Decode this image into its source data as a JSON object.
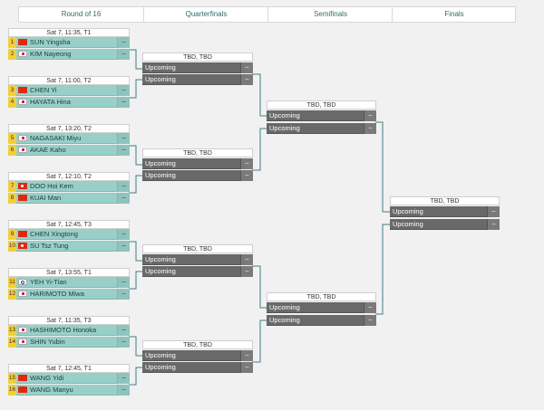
{
  "columns": [
    "Round of 16",
    "Quarterfinals",
    "Semifinals",
    "Finals"
  ],
  "round_of_16": [
    {
      "title": "Sat 7, 11:35, T1",
      "players": [
        {
          "seed": "1",
          "flag": "china",
          "name": "SUN Yingsha",
          "score": "–"
        },
        {
          "seed": "2",
          "flag": "korea",
          "name": "KIM Nayeong",
          "score": "–"
        }
      ]
    },
    {
      "title": "Sat 7, 11:00, T2",
      "players": [
        {
          "seed": "3",
          "flag": "china",
          "name": "CHEN Yi",
          "score": "–"
        },
        {
          "seed": "4",
          "flag": "japan",
          "name": "HAYATA Hina",
          "score": "–"
        }
      ]
    },
    {
      "title": "Sat 7, 13:20, T2",
      "players": [
        {
          "seed": "5",
          "flag": "japan",
          "name": "NAGASAKI Miyu",
          "score": "–"
        },
        {
          "seed": "6",
          "flag": "japan",
          "name": "AKAE Kaho",
          "score": "–"
        }
      ]
    },
    {
      "title": "Sat 7, 12:10, T2",
      "players": [
        {
          "seed": "7",
          "flag": "hk",
          "name": "DOO Hoi Kem",
          "score": "–"
        },
        {
          "seed": "8",
          "flag": "china",
          "name": "KUAI Man",
          "score": "–"
        }
      ]
    },
    {
      "title": "Sat 7, 12:45, T3",
      "players": [
        {
          "seed": "9",
          "flag": "china",
          "name": "CHEN Xingtong",
          "score": "–"
        },
        {
          "seed": "10",
          "flag": "hk",
          "name": "SU Tsz Tung",
          "score": "–"
        }
      ]
    },
    {
      "title": "Sat 7, 13:55, T1",
      "players": [
        {
          "seed": "11",
          "flag": "tpe",
          "name": "YEH Yi-Tian",
          "score": "–"
        },
        {
          "seed": "12",
          "flag": "japan",
          "name": "HARIMOTO Miwa",
          "score": "–"
        }
      ]
    },
    {
      "title": "Sat 7, 11:35, T3",
      "players": [
        {
          "seed": "13",
          "flag": "japan",
          "name": "HASHIMOTO Honoka",
          "score": "–"
        },
        {
          "seed": "14",
          "flag": "korea",
          "name": "SHIN Yubin",
          "score": "–"
        }
      ]
    },
    {
      "title": "Sat 7, 12:45, T1",
      "players": [
        {
          "seed": "15",
          "flag": "china",
          "name": "WANG Yidi",
          "score": "–"
        },
        {
          "seed": "16",
          "flag": "china",
          "name": "WANG Manyu",
          "score": "–"
        }
      ]
    }
  ],
  "quarterfinals": [
    {
      "title": "TBD, TBD",
      "slots": [
        {
          "name": "Upcoming",
          "score": "–"
        },
        {
          "name": "Upcoming",
          "score": "–"
        }
      ]
    },
    {
      "title": "TBD, TBD",
      "slots": [
        {
          "name": "Upcoming",
          "score": "–"
        },
        {
          "name": "Upcoming",
          "score": "–"
        }
      ]
    },
    {
      "title": "TBD, TBD",
      "slots": [
        {
          "name": "Upcoming",
          "score": "–"
        },
        {
          "name": "Upcoming",
          "score": "–"
        }
      ]
    },
    {
      "title": "TBD, TBD",
      "slots": [
        {
          "name": "Upcoming",
          "score": "–"
        },
        {
          "name": "Upcoming",
          "score": "–"
        }
      ]
    }
  ],
  "semifinals": [
    {
      "title": "TBD, TBD",
      "slots": [
        {
          "name": "Upcoming",
          "score": "–"
        },
        {
          "name": "Upcoming",
          "score": "–"
        }
      ]
    },
    {
      "title": "TBD, TBD",
      "slots": [
        {
          "name": "Upcoming",
          "score": "–"
        },
        {
          "name": "Upcoming",
          "score": "–"
        }
      ]
    }
  ],
  "finals": [
    {
      "title": "TBD, TBD",
      "slots": [
        {
          "name": "Upcoming",
          "score": "–"
        },
        {
          "name": "Upcoming",
          "score": "–"
        }
      ]
    }
  ]
}
